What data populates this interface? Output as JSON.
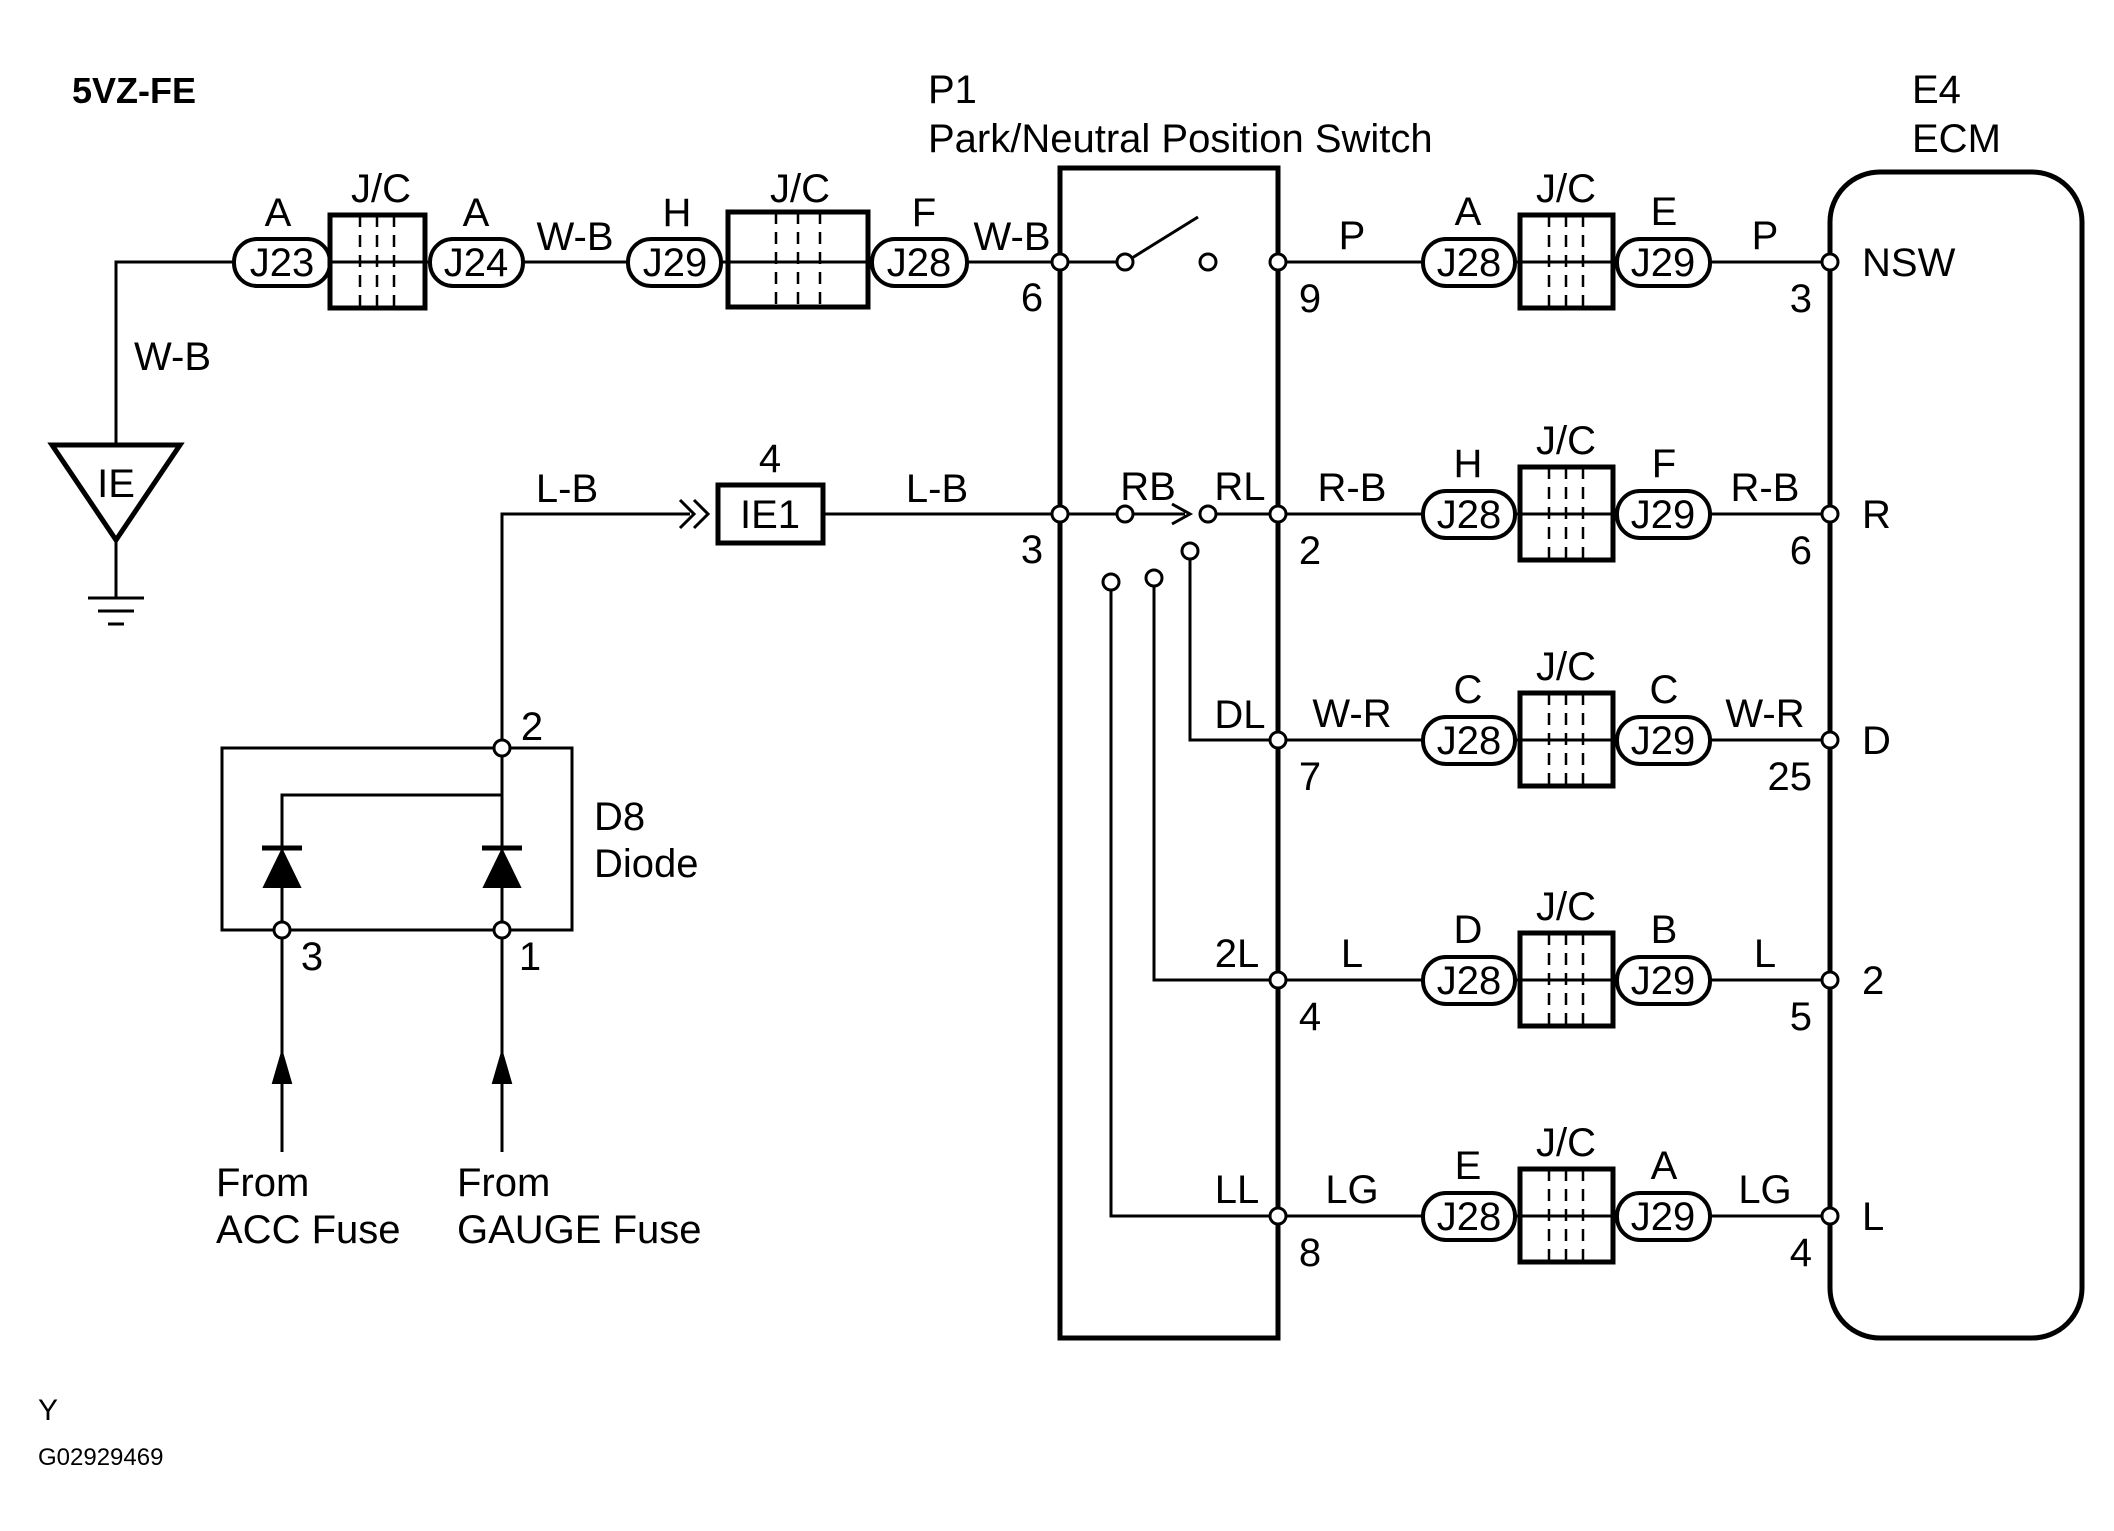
{
  "engine": "5VZ-FE",
  "switch": {
    "id": "P1",
    "name": "Park/Neutral Position Switch"
  },
  "ecm": {
    "id": "E4",
    "name": "ECM"
  },
  "ground": {
    "label": "IE",
    "wire": "W-B"
  },
  "diode": {
    "id": "D8",
    "name": "Diode",
    "pin_top": "2",
    "pin_left": "3",
    "pin_right": "1"
  },
  "feeds": {
    "acc_line1": "From",
    "acc_line2": "ACC Fuse",
    "gauge_line1": "From",
    "gauge_line2": "GAUGE Fuse"
  },
  "connector_ie1": {
    "label": "IE1",
    "pin": "4",
    "wire_left": "L-B",
    "wire_right": "L-B"
  },
  "top_chain": [
    {
      "letter": "A",
      "name": "J23"
    },
    {
      "jc": "J/C"
    },
    {
      "letter": "A",
      "name": "J24"
    },
    {
      "wire": "W-B"
    },
    {
      "letter": "H",
      "name": "J29"
    },
    {
      "jc": "J/C"
    },
    {
      "letter": "F",
      "name": "J28"
    },
    {
      "wire": "W-B"
    }
  ],
  "switch_terminals": {
    "in_pin_top": "6",
    "rb_label": "RB",
    "rb_pin": "3",
    "rl_label": "RL",
    "dl_label": "DL",
    "l2_label": "2L",
    "ll_label": "LL"
  },
  "rows": [
    {
      "sw_pin": "9",
      "wire": "P",
      "c1_letter": "A",
      "c1": "J28",
      "jc": "J/C",
      "c2_letter": "E",
      "c2": "J29",
      "ecm_pin": "3",
      "ecm_term": "NSW"
    },
    {
      "sw_pin": "2",
      "wire": "R-B",
      "c1_letter": "H",
      "c1": "J28",
      "jc": "J/C",
      "c2_letter": "F",
      "c2": "J29",
      "ecm_pin": "6",
      "ecm_term": "R"
    },
    {
      "sw_pin": "7",
      "wire": "W-R",
      "c1_letter": "C",
      "c1": "J28",
      "jc": "J/C",
      "c2_letter": "C",
      "c2": "J29",
      "ecm_pin": "25",
      "ecm_term": "D"
    },
    {
      "sw_pin": "4",
      "wire": "L",
      "c1_letter": "D",
      "c1": "J28",
      "jc": "J/C",
      "c2_letter": "B",
      "c2": "J29",
      "ecm_pin": "5",
      "ecm_term": "2"
    },
    {
      "sw_pin": "8",
      "wire": "LG",
      "c1_letter": "E",
      "c1": "J28",
      "jc": "J/C",
      "c2_letter": "A",
      "c2": "J29",
      "ecm_pin": "4",
      "ecm_term": "L"
    }
  ],
  "footer": {
    "code": "Y",
    "figure_id": "G02929469"
  }
}
